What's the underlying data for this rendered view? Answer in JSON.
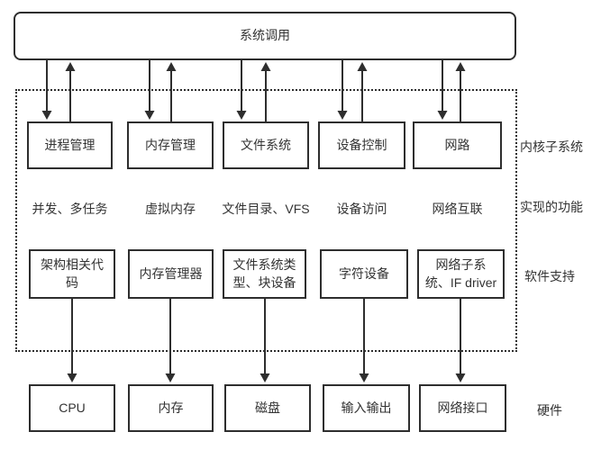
{
  "title_box": {
    "label": "系统调用"
  },
  "subsystems": [
    "进程管理",
    "内存管理",
    "文件系统",
    "设备控制",
    "网路"
  ],
  "functions": [
    "并发、多任务",
    "虚拟内存",
    "文件目录、VFS",
    "设备访问",
    "网络互联"
  ],
  "software": [
    "架构相关代码",
    "内存管理器",
    "文件系统类型、块设备",
    "字符设备",
    "网络子系统、IF driver"
  ],
  "hardware": [
    "CPU",
    "内存",
    "磁盘",
    "输入输出",
    "网络接口"
  ],
  "side_labels": {
    "kernel_subsystem": "内核子系统",
    "implemented_functions": "实现的功能",
    "software_support": "软件支持",
    "hardware": "硬件"
  },
  "colors": {
    "line": "#2e2e2e",
    "text": "#333333",
    "background": "#ffffff"
  }
}
